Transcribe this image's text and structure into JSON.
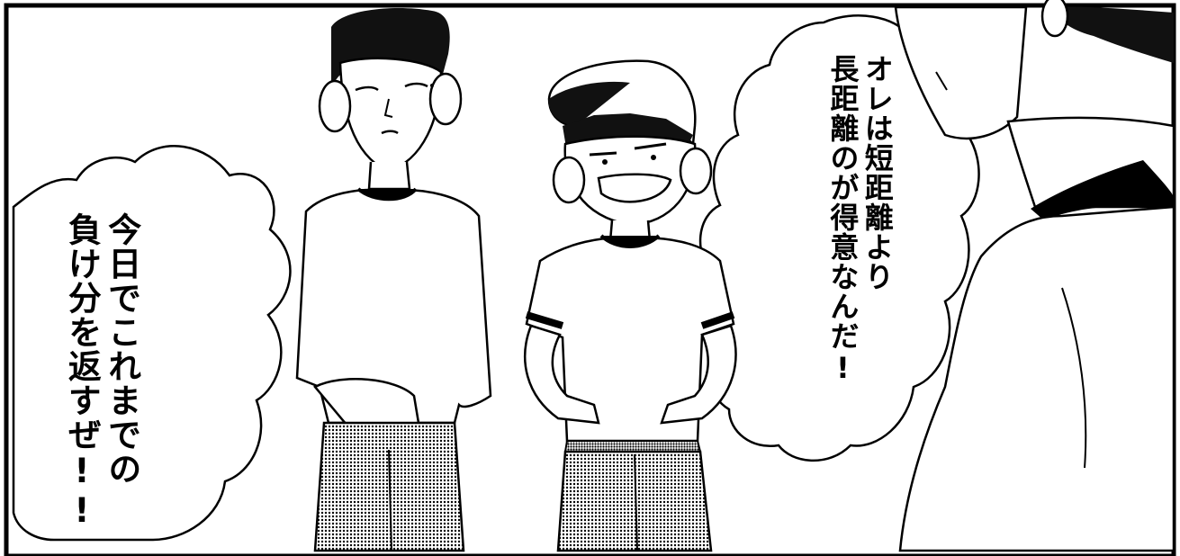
{
  "panel": {
    "border_color": "#000000",
    "background_color": "#ffffff"
  },
  "bubbles": {
    "left": {
      "lines": [
        "今日でこれまでの",
        "負け分を返すぜ!!"
      ]
    },
    "right": {
      "lines": [
        "オレは短距離より",
        "長距離のが得意なんだ!"
      ]
    }
  },
  "characters": [
    {
      "name": "tall-boy",
      "description_icon": "tall-boy-figure"
    },
    {
      "name": "cap-boy",
      "description_icon": "cap-boy-figure"
    },
    {
      "name": "foreground-boy",
      "description_icon": "foreground-boy-figure"
    }
  ]
}
